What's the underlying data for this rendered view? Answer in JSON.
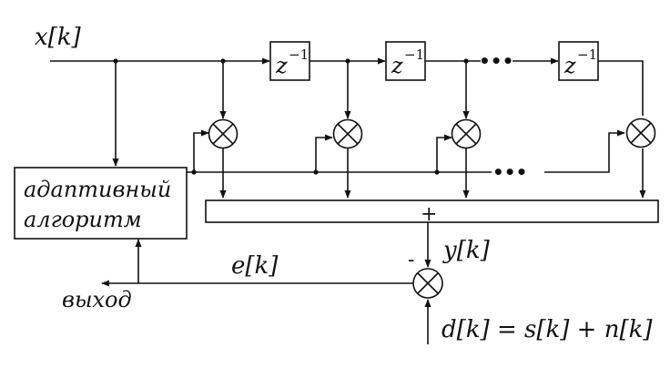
{
  "diagram": {
    "input_label": "x[k]",
    "delay_base": "z",
    "delay_exp": "−1",
    "ellipsis_top": "•••",
    "ellipsis_bottom": "•••",
    "adaptive_line1": "адаптивный",
    "adaptive_line2": "алгоритм",
    "sum_sign": "+",
    "minus_sign": "-",
    "output_label": "y[k]",
    "error_label": "e[k]",
    "exit_label": "выход",
    "desired_label": "d[k] = s[k] + n[k]"
  }
}
